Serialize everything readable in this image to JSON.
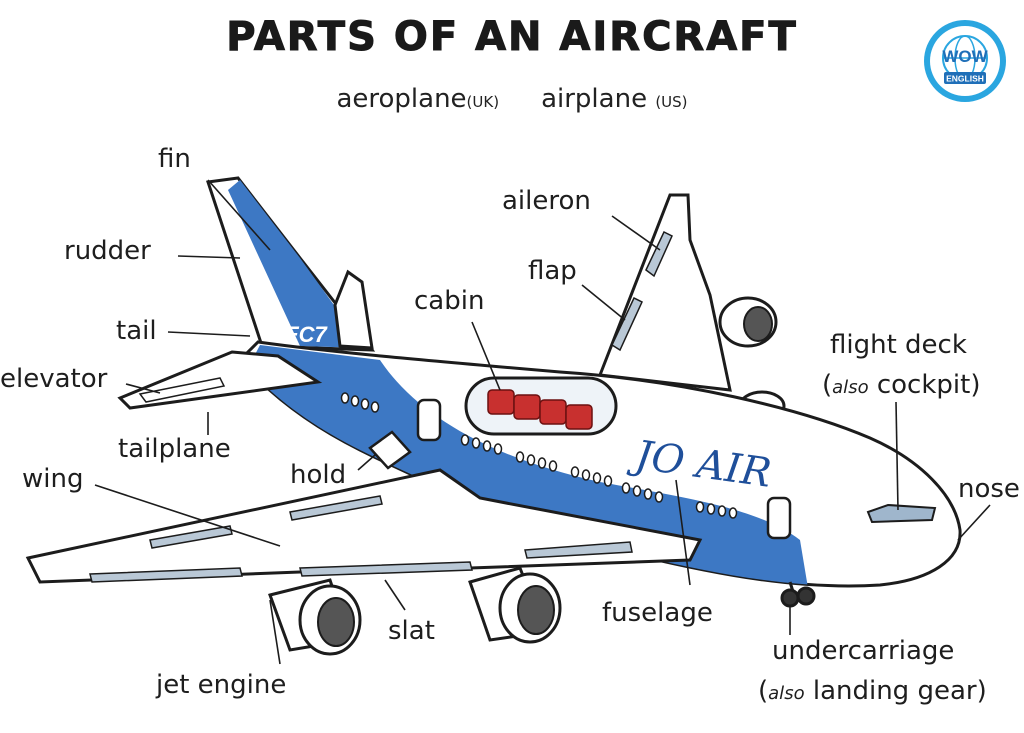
{
  "header": {
    "title": "PARTS OF AN AIRCRAFT",
    "word_uk": "aeroplane",
    "tag_uk": "(UK)",
    "word_us": "airplane",
    "tag_us": "(US)"
  },
  "logo": {
    "line1": "WOW",
    "line2": "ENGLISH",
    "icon": "globe-icon"
  },
  "livery": {
    "tail_code": "EC7",
    "airline": "JO AIR"
  },
  "colors": {
    "livery_blue": "#3d78c4",
    "seat_red": "#c8302f",
    "outline": "#1c1c1c",
    "logo_blue": "#2aa6e0"
  },
  "labels": {
    "fin": "fin",
    "rudder": "rudder",
    "tail": "tail",
    "elevator": "elevator",
    "tailplane": "tailplane",
    "wing": "wing",
    "hold": "hold",
    "cabin": "cabin",
    "aileron": "aileron",
    "flap": "flap",
    "flight_deck": "flight deck",
    "also1": "also",
    "cockpit": "cockpit)",
    "paren_open1": "(",
    "nose": "nose",
    "fuselage": "fuselage",
    "slat": "slat",
    "jet_engine": "jet engine",
    "undercarriage": "undercarriage",
    "paren_open2": "(",
    "also2": "also",
    "landing_gear": "landing gear)"
  }
}
